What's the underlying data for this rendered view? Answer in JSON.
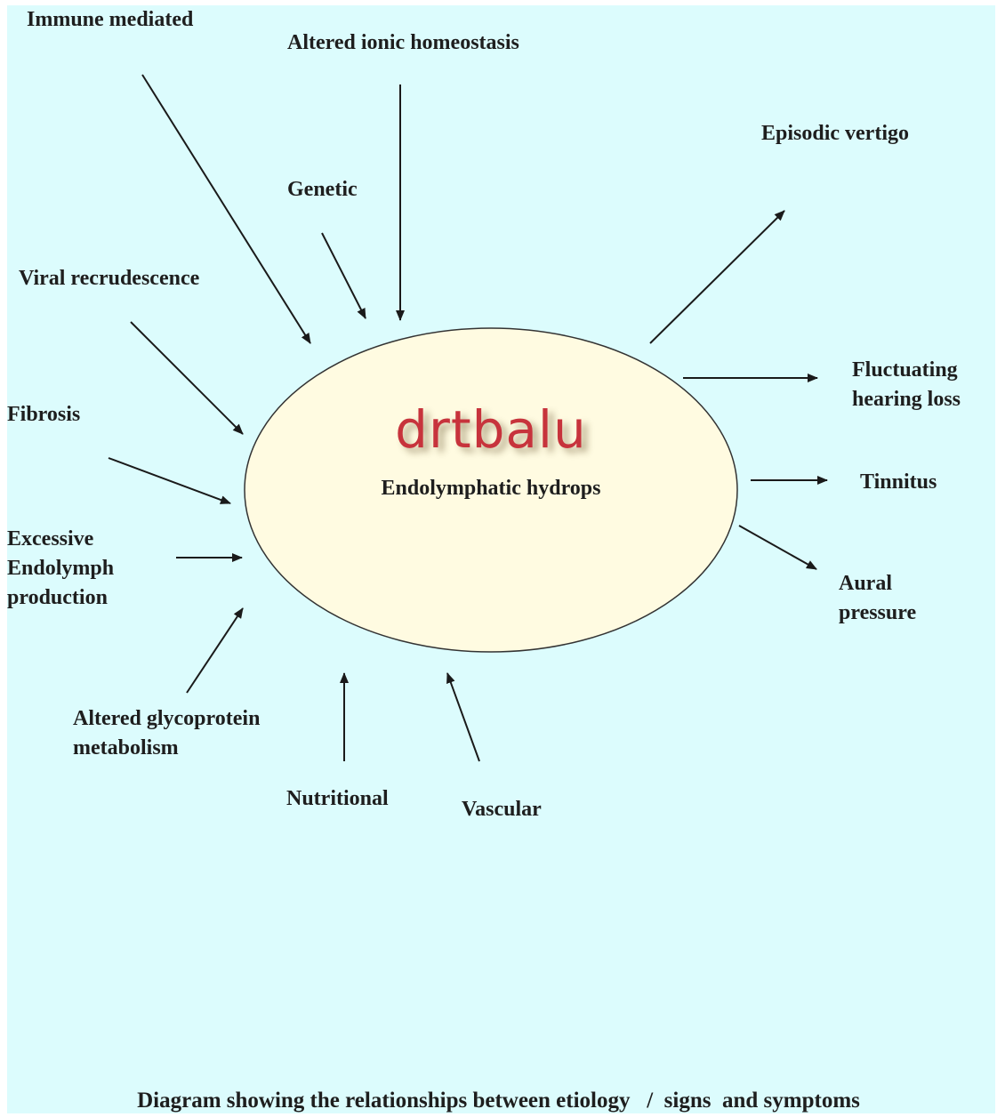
{
  "center": {
    "watermark": "drtbalu",
    "title": "Endolymphatic hydrops"
  },
  "causes": {
    "immune": "Immune mediated",
    "ionic": "Altered ionic homeostasis",
    "genetic": "Genetic",
    "viral": "Viral recrudescence",
    "fibrosis": "Fibrosis",
    "excessive": [
      "Excessive",
      "Endolymph",
      "production"
    ],
    "glycoprotein": [
      "Altered glycoprotein",
      "metabolism"
    ],
    "nutritional": "Nutritional",
    "vascular": "Vascular"
  },
  "symptoms": {
    "vertigo": "Episodic vertigo",
    "hearing": [
      "Fluctuating",
      "hearing loss"
    ],
    "tinnitus": "Tinnitus",
    "aural": [
      "Aural",
      "pressure"
    ]
  },
  "caption": "Diagram showing the relationships between etiology   /  signs  and symptoms",
  "colors": {
    "background": "#dcfcfd",
    "ellipse_fill": "#fffbe1",
    "ink": "#1e1e1e",
    "watermark": "#c7333c"
  }
}
